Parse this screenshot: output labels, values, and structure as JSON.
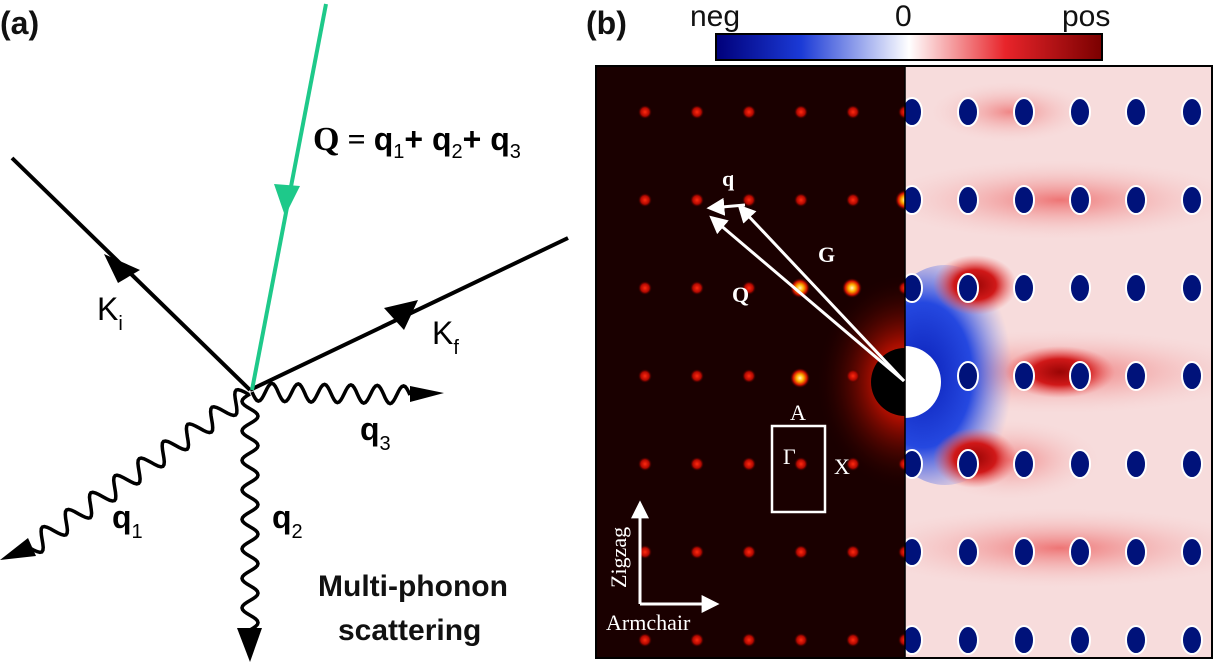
{
  "panel_a": {
    "label": "(a)",
    "equation": {
      "lhs": "Q",
      "eq": " = ",
      "t1": "q",
      "s1": "1",
      "plus1": "+ ",
      "t2": "q",
      "s2": "2",
      "plus2": "+ ",
      "t3": "q",
      "s3": "3"
    },
    "ki": {
      "main": "K",
      "sub": "i"
    },
    "kf": {
      "main": "K",
      "sub": "f"
    },
    "q1": {
      "main": "q",
      "sub": "1"
    },
    "q2": {
      "main": "q",
      "sub": "2"
    },
    "q3": {
      "main": "q",
      "sub": "3"
    },
    "caption_line1": "Multi-phonon",
    "caption_line2": "scattering",
    "colors": {
      "photon": "#000000",
      "momentum_transfer": "#1ec98a"
    }
  },
  "panel_b": {
    "label": "(b)",
    "colorbar": {
      "neg": "neg",
      "zero": "0",
      "pos": "pos",
      "colors": [
        "#00007a",
        "#1b3ad6",
        "#ffffff",
        "#e8242a",
        "#7a0000"
      ]
    },
    "vector_labels": {
      "q": "q",
      "G": "G",
      "Q": "Q"
    },
    "bz_labels": {
      "A": "A",
      "X": "X",
      "Gamma": "Γ"
    },
    "axes": {
      "vertical": "Zigzag",
      "horizontal": "Armchair"
    }
  }
}
